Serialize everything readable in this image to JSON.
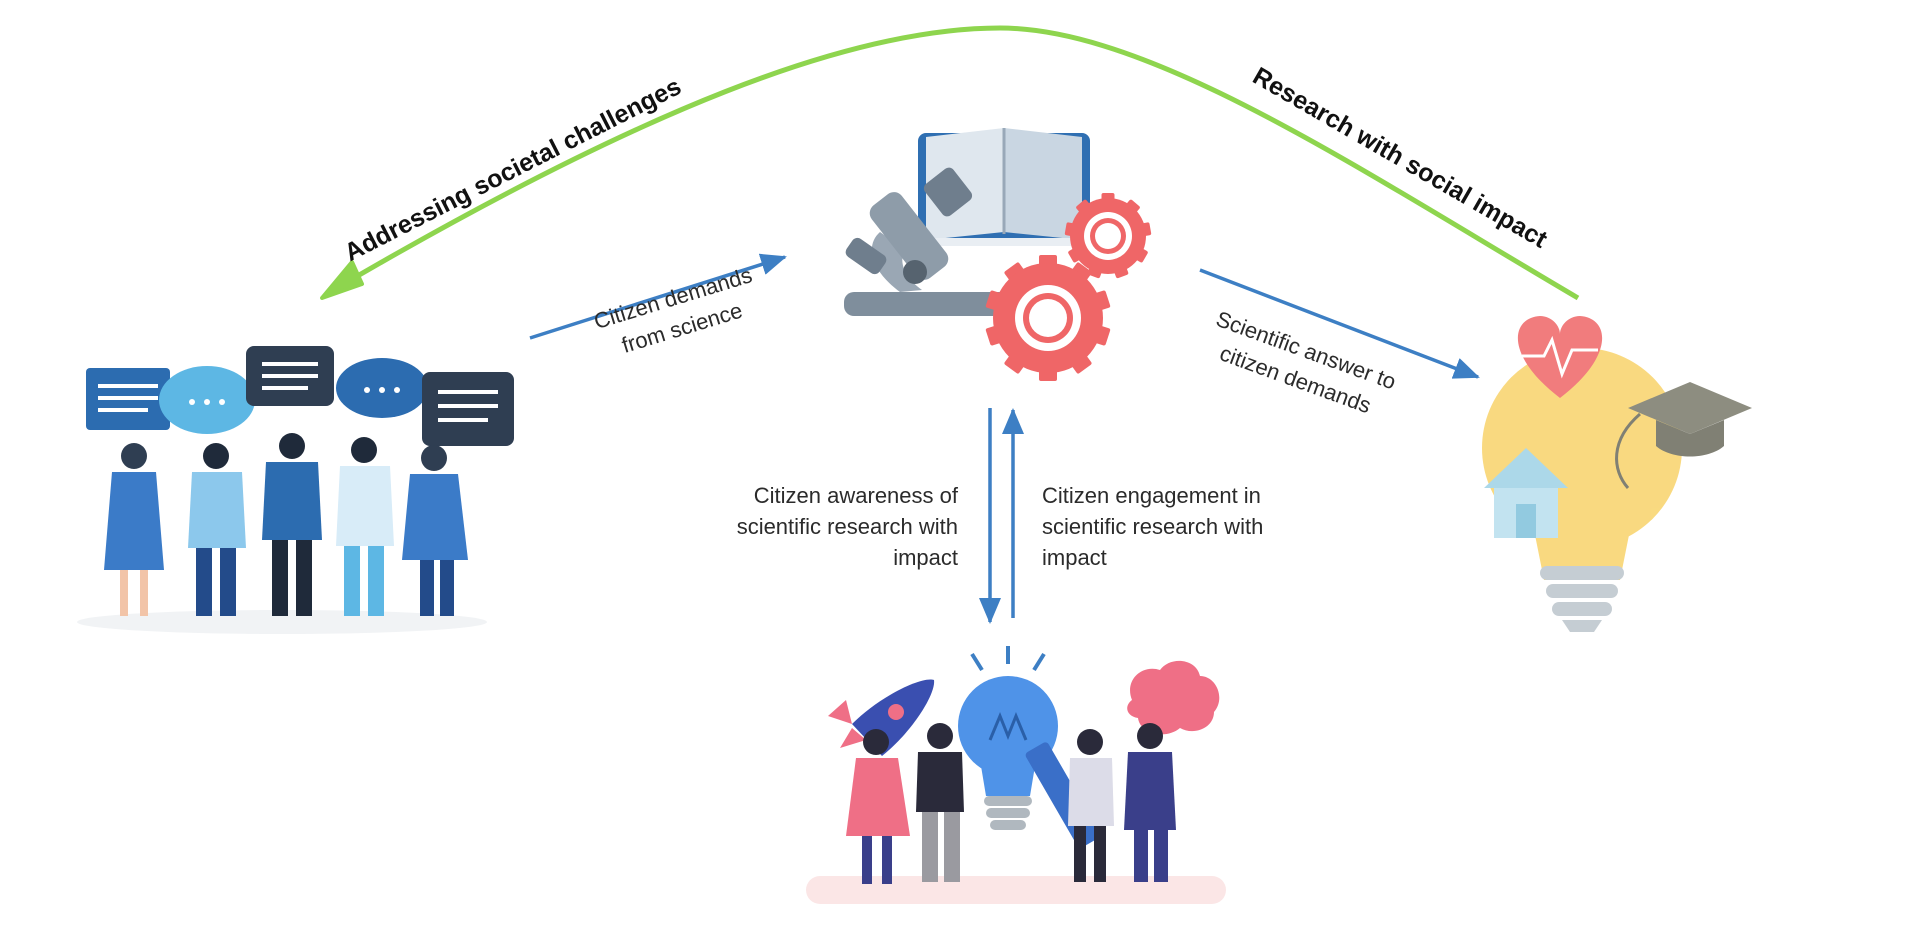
{
  "colors": {
    "cycle_arrow": "#8ed54e",
    "flow_arrow": "#3d7fc4",
    "gear": "#ef6667",
    "book": "#2f6fb2",
    "microscope": "#7f8e9c",
    "bubble_dark": "#2f3e52",
    "bubble_blue": "#2c6cb0",
    "bubble_light": "#5db7e4",
    "bulb_yellow": "#f8d36a",
    "heart": "#ef6667",
    "bulb_blue": "#4f93e8",
    "brain": "#ef6f86"
  },
  "cycle": {
    "left_label": "Addressing societal challenges",
    "right_label": "Research with social impact"
  },
  "flows": {
    "citizens_to_science": "Citizen demands from science",
    "science_to_impact": "Scientific answer to citizen demands",
    "awareness": "Citizen awareness of scientific research with impact",
    "engagement": "Citizen engagement in scientific research with impact"
  },
  "nodes": {
    "citizens": "citizens-with-speech-bubbles",
    "science": "book-microscope-gears",
    "impact": "lightbulb-health-education-home",
    "community": "people-with-lightbulb-rocket-brain"
  }
}
